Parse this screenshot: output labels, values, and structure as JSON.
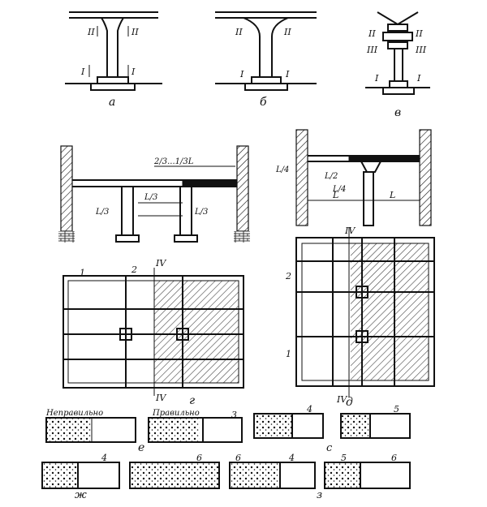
{
  "panels": {
    "a": "а",
    "b": "б",
    "v": "в",
    "g": "г",
    "d": "д",
    "e": "е",
    "s": "с",
    "zh": "ж",
    "z": "з"
  },
  "sections": {
    "I": "I",
    "II": "II",
    "III": "III",
    "IV": "IV"
  },
  "dims": {
    "span_2_3": "2/3...1/3L",
    "L3": "L/3",
    "L4": "L/4",
    "L2": "L/2",
    "L": "L"
  },
  "callouts": [
    "1",
    "2",
    "3",
    "4",
    "5",
    "6"
  ],
  "labels": {
    "wrong": "Неправильно",
    "right": "Правильно"
  }
}
